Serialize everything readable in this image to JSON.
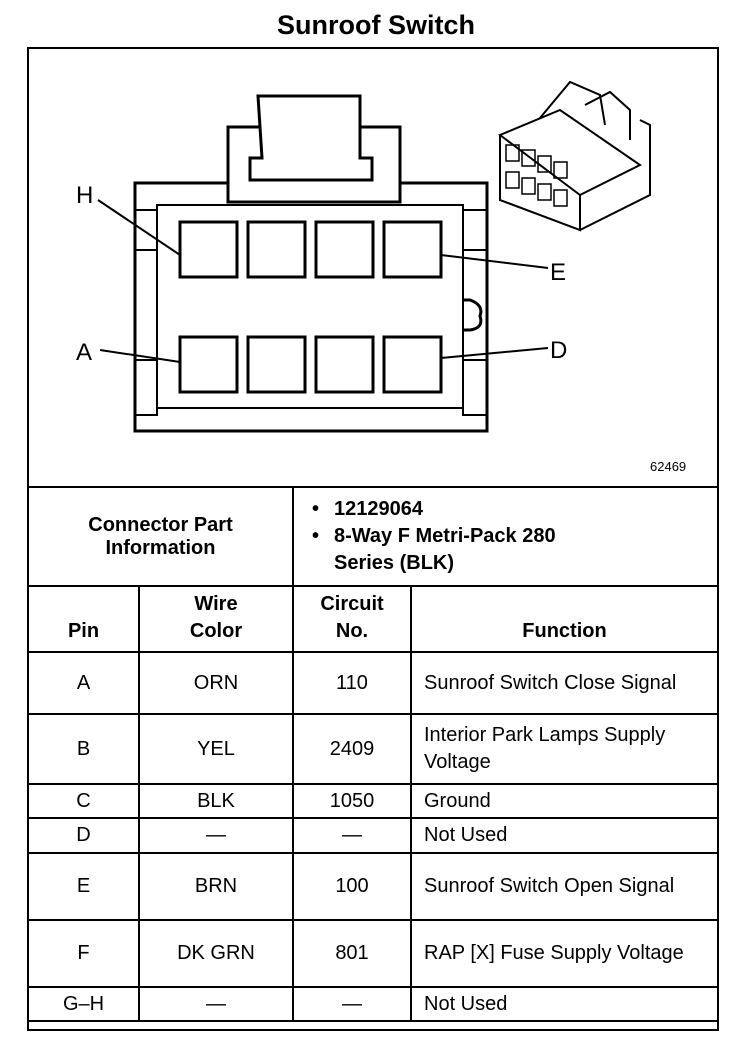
{
  "title": "Sunroof Switch",
  "diagram": {
    "figure_number": "62469",
    "pin_labels": {
      "h": "H",
      "e": "E",
      "a": "A",
      "d": "D"
    }
  },
  "connector_info": {
    "label": "Connector Part Information",
    "items": [
      "12129064",
      "8-Way F Metri-Pack 280 Series (BLK)"
    ]
  },
  "table": {
    "headers": {
      "pin": "Pin",
      "wire_color": "Wire Color",
      "circuit": "Circuit No.",
      "function": "Function"
    },
    "rows": [
      {
        "pin": "A",
        "color": "ORN",
        "circuit": "110",
        "function": "Sunroof Switch Close Signal"
      },
      {
        "pin": "B",
        "color": "YEL",
        "circuit": "2409",
        "function": "Interior Park Lamps Supply Voltage"
      },
      {
        "pin": "C",
        "color": "BLK",
        "circuit": "1050",
        "function": "Ground"
      },
      {
        "pin": "D",
        "color": "—",
        "circuit": "—",
        "function": "Not Used"
      },
      {
        "pin": "E",
        "color": "BRN",
        "circuit": "100",
        "function": "Sunroof Switch Open Signal"
      },
      {
        "pin": "F",
        "color": "DK GRN",
        "circuit": "801",
        "function": "RAP [X] Fuse Supply Voltage"
      },
      {
        "pin": "G–H",
        "color": "—",
        "circuit": "—",
        "function": "Not Used"
      }
    ]
  }
}
